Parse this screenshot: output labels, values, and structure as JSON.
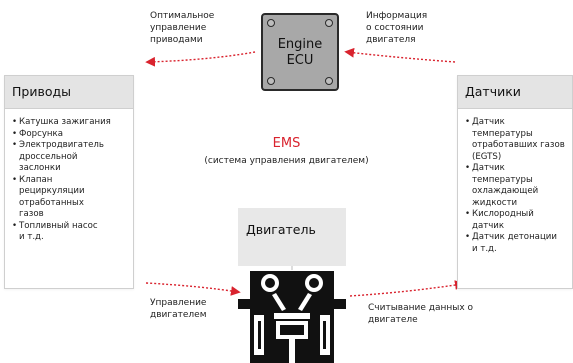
{
  "ecu": {
    "label": "Engine\nECU",
    "color": "#a8a8a8"
  },
  "captions": {
    "top_left": "Оптимальное\nуправление\nприводами",
    "top_right": "Информация\nо состоянии\nдвигателя",
    "bottom_left": "Управление\nдвигателем",
    "bottom_right": "Считывание  данных о\nдвигателе"
  },
  "actuators": {
    "title": "Приводы",
    "items": [
      "Катушка зажигания",
      "Форсунка",
      "Электродвигатель\nдроссельной\nзаслонки",
      "Клапан\nрециркуляции\nотработанных\nгазов",
      "Топливный насос\nи т.д."
    ]
  },
  "sensors": {
    "title": "Датчики",
    "items": [
      "Датчик температуры\nотработавших газов\n(EGTS)",
      "Датчик\nтемпературы\nохлаждающей\nжидкости",
      "Кислородный\nдатчик",
      "Датчик детонации\nи т.д."
    ]
  },
  "center": {
    "title": "EMS",
    "subtitle": "(система управления двигателем)"
  },
  "engine": {
    "label": "Двигатель"
  },
  "colors": {
    "accent": "#d9232e",
    "panel_header": "#e4e4e4"
  }
}
